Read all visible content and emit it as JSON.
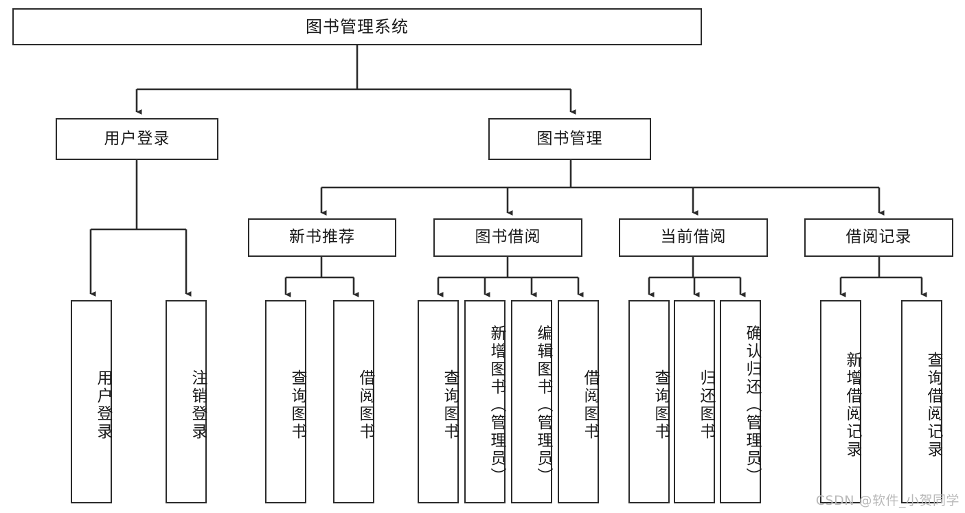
{
  "diagram": {
    "type": "hierarchy-tree",
    "title": "图书管理系统",
    "stroke_color": "#2b2b2b",
    "background_color": "#ffffff",
    "watermark": "CSDN @软件_小贺同学",
    "levels": 4,
    "root": {
      "label": "图书管理系统",
      "children": [
        {
          "label": "用户登录",
          "children": [
            {
              "label": "用户登录"
            },
            {
              "label": "注销登录"
            }
          ]
        },
        {
          "label": "图书管理",
          "children": [
            {
              "label": "新书推荐",
              "children": [
                {
                  "label": "查询图书"
                },
                {
                  "label": "借阅图书"
                }
              ]
            },
            {
              "label": "图书借阅",
              "children": [
                {
                  "label": "查询图书"
                },
                {
                  "label": "新增图书（管理员）"
                },
                {
                  "label": "编辑图书（管理员）"
                },
                {
                  "label": "借阅图书"
                }
              ]
            },
            {
              "label": "当前借阅",
              "children": [
                {
                  "label": "查询图书"
                },
                {
                  "label": "归还图书"
                },
                {
                  "label": "确认归还（管理员）"
                }
              ]
            },
            {
              "label": "借阅记录",
              "children": [
                {
                  "label": "新增借阅记录"
                },
                {
                  "label": "查询借阅记录"
                }
              ]
            }
          ]
        }
      ]
    }
  },
  "nodes": {
    "root": "图书管理系统",
    "user_login_group": "用户登录",
    "book_manage_group": "图书管理",
    "new_book_rec": "新书推荐",
    "book_borrow": "图书借阅",
    "current_borrow": "当前借阅",
    "borrow_record": "借阅记录",
    "leaf_user_login": "用户登录",
    "leaf_user_logout": "注销登录",
    "leaf_rec_query_book": "查询图书",
    "leaf_rec_borrow_book": "借阅图书",
    "leaf_borrow_query_book": "查询图书",
    "leaf_borrow_add_book": "新增图书（管理员）",
    "leaf_borrow_edit_book": "编辑图书（管理员）",
    "leaf_borrow_borrow_book": "借阅图书",
    "leaf_cur_query_book": "查询图书",
    "leaf_cur_return_book": "归还图书",
    "leaf_cur_confirm_return": "确认归还（管理员）",
    "leaf_rec_add_record": "新增借阅记录",
    "leaf_rec_query_record": "查询借阅记录"
  },
  "watermark": {
    "text": "CSDN @软件_小贺同学"
  }
}
